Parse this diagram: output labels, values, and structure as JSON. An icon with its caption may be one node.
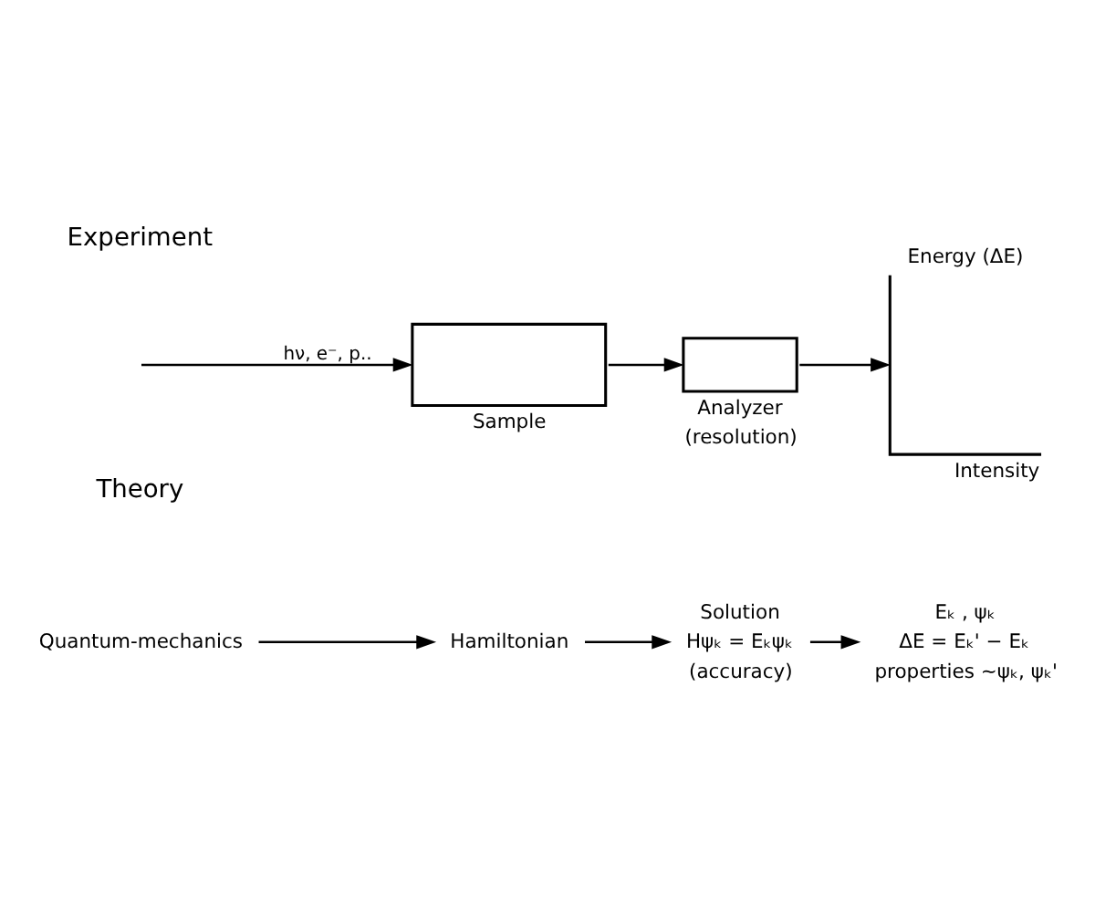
{
  "diagram": {
    "nodes": [
      {
        "text": [
          "Sample"
        ]
      },
      {
        "text": [
          "Analyzer",
          "(resolution)"
        ]
      },
      {
        "text": [
          "Energy (ΔE)",
          "Intensity"
        ]
      },
      {
        "text": [
          "Quantum-mechanics"
        ]
      },
      {
        "text": [
          "Hamiltonian"
        ]
      },
      {
        "text": [
          "Solution",
          "Hψₖ = Eₖψₖ",
          "(accuracy)"
        ]
      },
      {
        "text": [
          "Eₖ , ψₖ"
        ],
        "beside": [
          "ΔE = Eₖ' − Eₖ",
          "properties ~ψₖ, ψₖ'"
        ]
      }
    ],
    "edges": [
      {
        "from": null,
        "to": 0,
        "arrow": "to",
        "label": "hν, e⁻, p.."
      },
      {
        "from": 0,
        "to": 1,
        "arrow": "to"
      },
      {
        "from": 1,
        "to": 2,
        "arrow": "to"
      },
      {
        "from": 3,
        "to": 4,
        "arrow": "to"
      },
      {
        "from": 4,
        "to": 5,
        "arrow": "to"
      },
      {
        "from": 5,
        "to": 6,
        "arrow": "to"
      }
    ],
    "labels": [
      "Experiment",
      "Theory"
    ]
  }
}
